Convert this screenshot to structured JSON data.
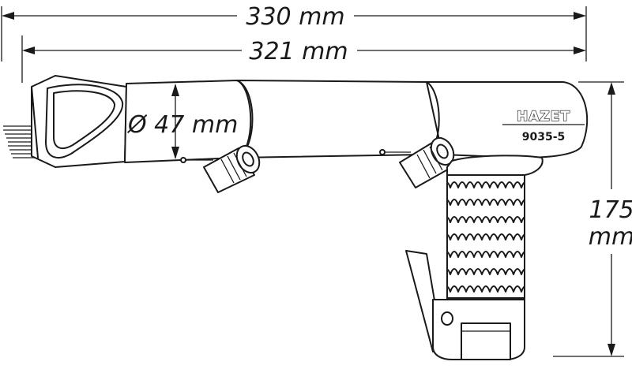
{
  "dimensions": {
    "overall_length": "330 mm",
    "body_length": "321 mm",
    "diameter": "Ø 47 mm",
    "height_value": "175",
    "height_unit": "mm"
  },
  "tool": {
    "brand": "HAZET",
    "model": "9035-5"
  },
  "colors": {
    "line": "#1a1a1a",
    "background": "#ffffff"
  }
}
